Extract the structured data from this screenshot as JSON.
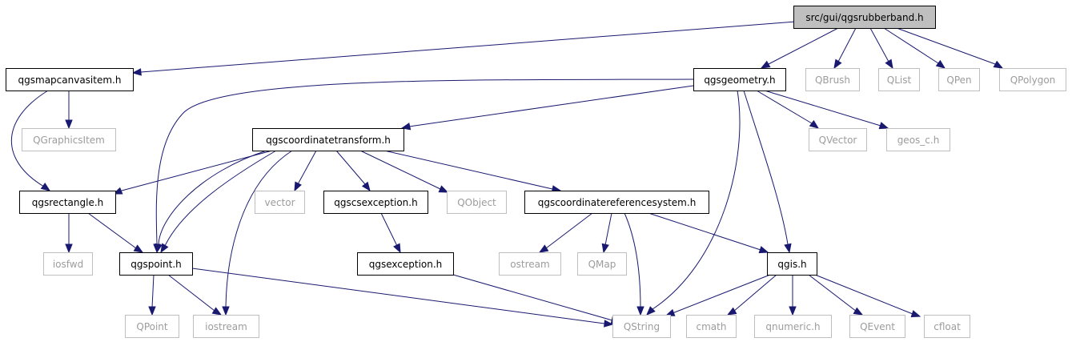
{
  "colors": {
    "edge": "#191970",
    "documented_border": "#000000",
    "external_border": "#bfbfbf",
    "root_fill": "#bfbfbf",
    "documented_text": "#000000",
    "external_text": "#9c9c9c"
  },
  "nodes": {
    "root": "src/gui/qgsrubberband.h",
    "qgsmapcanvasitem": "qgsmapcanvasitem.h",
    "qgsgeometry": "qgsgeometry.h",
    "qbrush": "QBrush",
    "qlist": "QList",
    "qpen": "QPen",
    "qpolygon": "QPolygon",
    "qgraphicsitem": "QGraphicsItem",
    "qgscoordinatetransform": "qgscoordinatetransform.h",
    "qvector": "QVector",
    "geos_c": "geos_c.h",
    "qgsrectangle": "qgsrectangle.h",
    "vector": "vector",
    "qgscsexception": "qgscsexception.h",
    "qobject": "QObject",
    "qgscoordinatereferencesystem": "qgscoordinatereferencesystem.h",
    "iosfwd": "iosfwd",
    "qgspoint": "qgspoint.h",
    "qgsexception": "qgsexception.h",
    "ostream": "ostream",
    "qmap": "QMap",
    "qgis": "qgis.h",
    "qpoint": "QPoint",
    "iostream": "iostream",
    "qstring": "QString",
    "cmath": "cmath",
    "qnumeric": "qnumeric.h",
    "qevent": "QEvent",
    "cfloat": "cfloat"
  }
}
